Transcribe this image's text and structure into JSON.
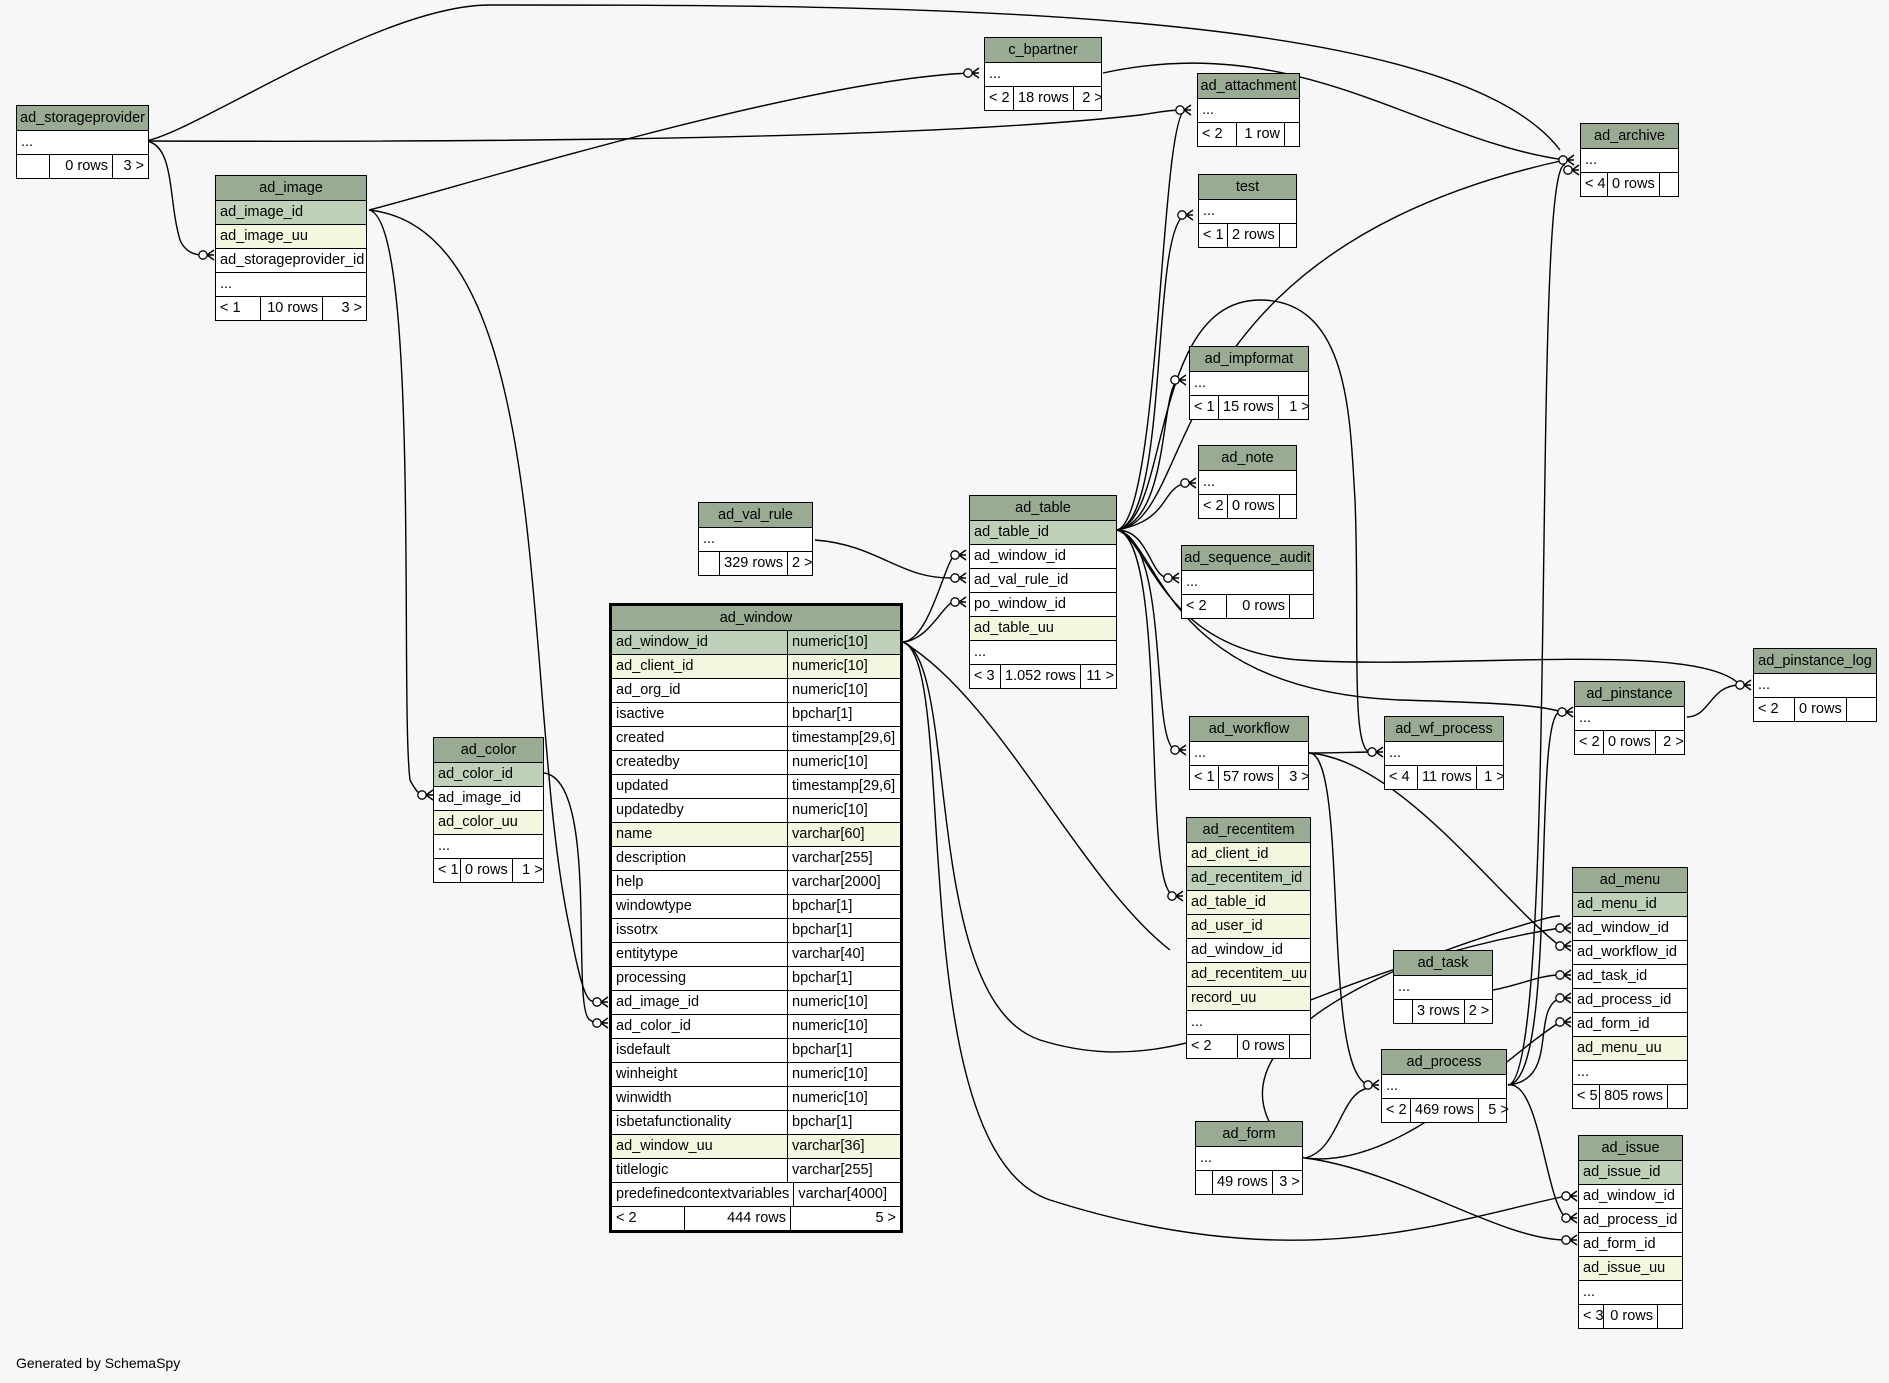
{
  "generated_by": "Generated by SchemaSpy",
  "tables": [
    {
      "id": "ad_storageprovider",
      "name": "ad_storageprovider",
      "rows": [
        {
          "c": "...",
          "t": "plain"
        }
      ],
      "footer": [
        "",
        "0 rows",
        "3 >"
      ]
    },
    {
      "id": "ad_image",
      "name": "ad_image",
      "rows": [
        {
          "c": "ad_image_id",
          "t": "pk"
        },
        {
          "c": "ad_image_uu",
          "t": "ak"
        },
        {
          "c": "ad_storageprovider_id",
          "t": "plain"
        },
        {
          "c": "...",
          "t": "plain"
        }
      ],
      "footer": [
        "< 1",
        "10 rows",
        "3 >"
      ]
    },
    {
      "id": "c_bpartner",
      "name": "c_bpartner",
      "rows": [
        {
          "c": "...",
          "t": "plain"
        }
      ],
      "footer": [
        "< 2",
        "18 rows",
        "2 >"
      ]
    },
    {
      "id": "ad_attachment",
      "name": "ad_attachment",
      "rows": [
        {
          "c": "...",
          "t": "plain"
        }
      ],
      "footer": [
        "< 2",
        "1 row",
        ""
      ]
    },
    {
      "id": "test",
      "name": "test",
      "rows": [
        {
          "c": "...",
          "t": "plain"
        }
      ],
      "footer": [
        "< 1",
        "2 rows",
        ""
      ]
    },
    {
      "id": "ad_archive",
      "name": "ad_archive",
      "rows": [
        {
          "c": "...",
          "t": "plain"
        }
      ],
      "footer": [
        "< 4",
        "0 rows",
        ""
      ]
    },
    {
      "id": "ad_impformat",
      "name": "ad_impformat",
      "rows": [
        {
          "c": "...",
          "t": "plain"
        }
      ],
      "footer": [
        "< 1",
        "15 rows",
        "1 >"
      ]
    },
    {
      "id": "ad_note",
      "name": "ad_note",
      "rows": [
        {
          "c": "...",
          "t": "plain"
        }
      ],
      "footer": [
        "< 2",
        "0 rows",
        ""
      ]
    },
    {
      "id": "ad_sequence_audit",
      "name": "ad_sequence_audit",
      "rows": [
        {
          "c": "...",
          "t": "plain"
        }
      ],
      "footer": [
        "< 2",
        "0 rows",
        ""
      ]
    },
    {
      "id": "ad_val_rule",
      "name": "ad_val_rule",
      "rows": [
        {
          "c": "...",
          "t": "plain"
        }
      ],
      "footer": [
        "",
        "329 rows",
        "2 >"
      ]
    },
    {
      "id": "ad_table",
      "name": "ad_table",
      "rows": [
        {
          "c": "ad_table_id",
          "t": "pk"
        },
        {
          "c": "ad_window_id",
          "t": "plain"
        },
        {
          "c": "ad_val_rule_id",
          "t": "plain"
        },
        {
          "c": "po_window_id",
          "t": "plain"
        },
        {
          "c": "ad_table_uu",
          "t": "ak"
        },
        {
          "c": "...",
          "t": "plain"
        }
      ],
      "footer": [
        "< 3",
        "1.052 rows",
        "11 >"
      ]
    },
    {
      "id": "ad_pinstance_log",
      "name": "ad_pinstance_log",
      "rows": [
        {
          "c": "...",
          "t": "plain"
        }
      ],
      "footer": [
        "< 2",
        "0 rows",
        ""
      ]
    },
    {
      "id": "ad_pinstance",
      "name": "ad_pinstance",
      "rows": [
        {
          "c": "...",
          "t": "plain"
        }
      ],
      "footer": [
        "< 2",
        "0 rows",
        "2 >"
      ]
    },
    {
      "id": "ad_workflow",
      "name": "ad_workflow",
      "rows": [
        {
          "c": "...",
          "t": "plain"
        }
      ],
      "footer": [
        "< 1",
        "57 rows",
        "3 >"
      ]
    },
    {
      "id": "ad_wf_process",
      "name": "ad_wf_process",
      "rows": [
        {
          "c": "...",
          "t": "plain"
        }
      ],
      "footer": [
        "< 4",
        "11 rows",
        "1 >"
      ]
    },
    {
      "id": "ad_color",
      "name": "ad_color",
      "rows": [
        {
          "c": "ad_color_id",
          "t": "pk"
        },
        {
          "c": "ad_image_id",
          "t": "plain"
        },
        {
          "c": "ad_color_uu",
          "t": "ak"
        },
        {
          "c": "...",
          "t": "plain"
        }
      ],
      "footer": [
        "< 1",
        "0 rows",
        "1 >"
      ]
    },
    {
      "id": "ad_recentitem",
      "name": "ad_recentitem",
      "rows": [
        {
          "c": "ad_client_id",
          "t": "ak"
        },
        {
          "c": "ad_recentitem_id",
          "t": "pk"
        },
        {
          "c": "ad_table_id",
          "t": "ak"
        },
        {
          "c": "ad_user_id",
          "t": "ak"
        },
        {
          "c": "ad_window_id",
          "t": "plain"
        },
        {
          "c": "ad_recentitem_uu",
          "t": "ak"
        },
        {
          "c": "record_uu",
          "t": "ak"
        },
        {
          "c": "...",
          "t": "plain"
        }
      ],
      "footer": [
        "< 2",
        "0 rows",
        ""
      ]
    },
    {
      "id": "ad_menu",
      "name": "ad_menu",
      "rows": [
        {
          "c": "ad_menu_id",
          "t": "pk"
        },
        {
          "c": "ad_window_id",
          "t": "plain"
        },
        {
          "c": "ad_workflow_id",
          "t": "plain"
        },
        {
          "c": "ad_task_id",
          "t": "plain"
        },
        {
          "c": "ad_process_id",
          "t": "plain"
        },
        {
          "c": "ad_form_id",
          "t": "plain"
        },
        {
          "c": "ad_menu_uu",
          "t": "ak"
        },
        {
          "c": "...",
          "t": "plain"
        }
      ],
      "footer": [
        "< 5",
        "805 rows",
        ""
      ]
    },
    {
      "id": "ad_task",
      "name": "ad_task",
      "rows": [
        {
          "c": "...",
          "t": "plain"
        }
      ],
      "footer": [
        "",
        "3 rows",
        "2 >"
      ]
    },
    {
      "id": "ad_process",
      "name": "ad_process",
      "rows": [
        {
          "c": "...",
          "t": "plain"
        }
      ],
      "footer": [
        "< 2",
        "469 rows",
        "5 >"
      ]
    },
    {
      "id": "ad_form",
      "name": "ad_form",
      "rows": [
        {
          "c": "...",
          "t": "plain"
        }
      ],
      "footer": [
        "",
        "49 rows",
        "3 >"
      ]
    },
    {
      "id": "ad_issue",
      "name": "ad_issue",
      "rows": [
        {
          "c": "ad_issue_id",
          "t": "pk"
        },
        {
          "c": "ad_window_id",
          "t": "plain"
        },
        {
          "c": "ad_process_id",
          "t": "plain"
        },
        {
          "c": "ad_form_id",
          "t": "plain"
        },
        {
          "c": "ad_issue_uu",
          "t": "ak"
        },
        {
          "c": "...",
          "t": "plain"
        }
      ],
      "footer": [
        "< 3",
        "0 rows",
        ""
      ]
    },
    {
      "id": "ad_window",
      "name": "ad_window",
      "bold": true,
      "rows": [
        {
          "c": "ad_window_id",
          "type": "numeric[10]",
          "t": "pk"
        },
        {
          "c": "ad_client_id",
          "type": "numeric[10]",
          "t": "ak"
        },
        {
          "c": "ad_org_id",
          "type": "numeric[10]",
          "t": "plain"
        },
        {
          "c": "isactive",
          "type": "bpchar[1]",
          "t": "plain"
        },
        {
          "c": "created",
          "type": "timestamp[29,6]",
          "t": "plain"
        },
        {
          "c": "createdby",
          "type": "numeric[10]",
          "t": "plain"
        },
        {
          "c": "updated",
          "type": "timestamp[29,6]",
          "t": "plain"
        },
        {
          "c": "updatedby",
          "type": "numeric[10]",
          "t": "plain"
        },
        {
          "c": "name",
          "type": "varchar[60]",
          "t": "ak"
        },
        {
          "c": "description",
          "type": "varchar[255]",
          "t": "plain"
        },
        {
          "c": "help",
          "type": "varchar[2000]",
          "t": "plain"
        },
        {
          "c": "windowtype",
          "type": "bpchar[1]",
          "t": "plain"
        },
        {
          "c": "issotrx",
          "type": "bpchar[1]",
          "t": "plain"
        },
        {
          "c": "entitytype",
          "type": "varchar[40]",
          "t": "plain"
        },
        {
          "c": "processing",
          "type": "bpchar[1]",
          "t": "plain"
        },
        {
          "c": "ad_image_id",
          "type": "numeric[10]",
          "t": "plain"
        },
        {
          "c": "ad_color_id",
          "type": "numeric[10]",
          "t": "plain"
        },
        {
          "c": "isdefault",
          "type": "bpchar[1]",
          "t": "plain"
        },
        {
          "c": "winheight",
          "type": "numeric[10]",
          "t": "plain"
        },
        {
          "c": "winwidth",
          "type": "numeric[10]",
          "t": "plain"
        },
        {
          "c": "isbetafunctionality",
          "type": "bpchar[1]",
          "t": "plain"
        },
        {
          "c": "ad_window_uu",
          "type": "varchar[36]",
          "t": "ak"
        },
        {
          "c": "titlelogic",
          "type": "varchar[255]",
          "t": "plain"
        },
        {
          "c": "predefinedcontextvariables",
          "type": "varchar[4000]",
          "t": "plain"
        }
      ],
      "footer": [
        "< 2",
        "444 rows",
        "5 >"
      ]
    }
  ]
}
